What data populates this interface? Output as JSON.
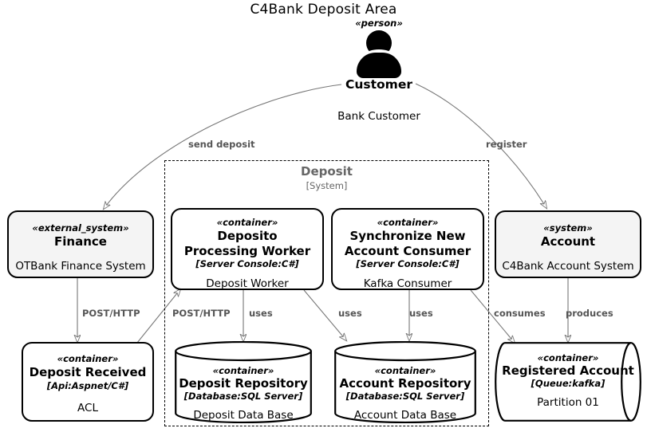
{
  "diagram": {
    "title": "C4Bank Deposit Area",
    "type": "c4-container-diagram"
  },
  "person": {
    "stereotype": "«person»",
    "name": "Customer",
    "description": "Bank Customer",
    "icon": "person-icon"
  },
  "boundary": {
    "title": "Deposit",
    "subtitle": "[System]"
  },
  "nodes": [
    {
      "id": "finance",
      "stereotype": "«external_system»",
      "name": "Finance",
      "tech": "",
      "description": "OTBank Finance System",
      "shape": "rounded",
      "shaded": true
    },
    {
      "id": "deposit-processing-worker",
      "stereotype": "«container»",
      "name": "Deposito Processing Worker",
      "tech": "[Server Console:C#]",
      "description": "Deposit Worker",
      "shape": "rounded",
      "shaded": false
    },
    {
      "id": "synchronize-new-account-consumer",
      "stereotype": "«container»",
      "name": "Synchronize New Account Consumer",
      "tech": "[Server Console:C#]",
      "description": "Kafka Consumer",
      "shape": "rounded",
      "shaded": false
    },
    {
      "id": "account",
      "stereotype": "«system»",
      "name": "Account",
      "tech": "",
      "description": "C4Bank Account System",
      "shape": "rounded",
      "shaded": true
    },
    {
      "id": "deposit-received",
      "stereotype": "«container»",
      "name": "Deposit Received",
      "tech": "[Api:Aspnet/C#]",
      "description": "ACL",
      "shape": "rounded",
      "shaded": false
    },
    {
      "id": "deposit-repository",
      "stereotype": "«container»",
      "name": "Deposit Repository",
      "tech": "[Database:SQL Server]",
      "description": "Deposit Data Base",
      "shape": "database",
      "shaded": false
    },
    {
      "id": "account-repository",
      "stereotype": "«container»",
      "name": "Account Repository",
      "tech": "[Database:SQL Server]",
      "description": "Account Data Base",
      "shape": "database",
      "shaded": false
    },
    {
      "id": "registered-account",
      "stereotype": "«container»",
      "name": "Registered Account",
      "tech": "[Queue:kafka]",
      "description": "Partition 01",
      "shape": "queue",
      "shaded": false
    }
  ],
  "edges": [
    {
      "id": "send-deposit",
      "label": "send deposit",
      "from": "customer",
      "to": "finance"
    },
    {
      "id": "register",
      "label": "register",
      "from": "customer",
      "to": "account"
    },
    {
      "id": "finance-post",
      "label": "POST/HTTP",
      "from": "finance",
      "to": "deposit-received"
    },
    {
      "id": "worker-post",
      "label": "POST/HTTP",
      "from": "deposit-received",
      "to": "deposit-processing-worker"
    },
    {
      "id": "worker-uses-deposit-repo",
      "label": "uses",
      "from": "deposit-processing-worker",
      "to": "deposit-repository"
    },
    {
      "id": "worker-uses-account-repo",
      "label": "uses",
      "from": "deposit-processing-worker",
      "to": "account-repository"
    },
    {
      "id": "consumer-uses-account-repo",
      "label": "uses",
      "from": "synchronize-new-account-consumer",
      "to": "account-repository"
    },
    {
      "id": "consumer-consumes-queue",
      "label": "consumes",
      "from": "synchronize-new-account-consumer",
      "to": "registered-account"
    },
    {
      "id": "account-produces-queue",
      "label": "produces",
      "from": "account",
      "to": "registered-account"
    }
  ],
  "colors": {
    "background": "#ffffff",
    "stroke": "#000000",
    "edge_stroke": "#777777",
    "edge_label": "#555555",
    "boundary_label": "#666666",
    "shaded_fill": "#f4f4f4",
    "node_fill": "#ffffff"
  }
}
